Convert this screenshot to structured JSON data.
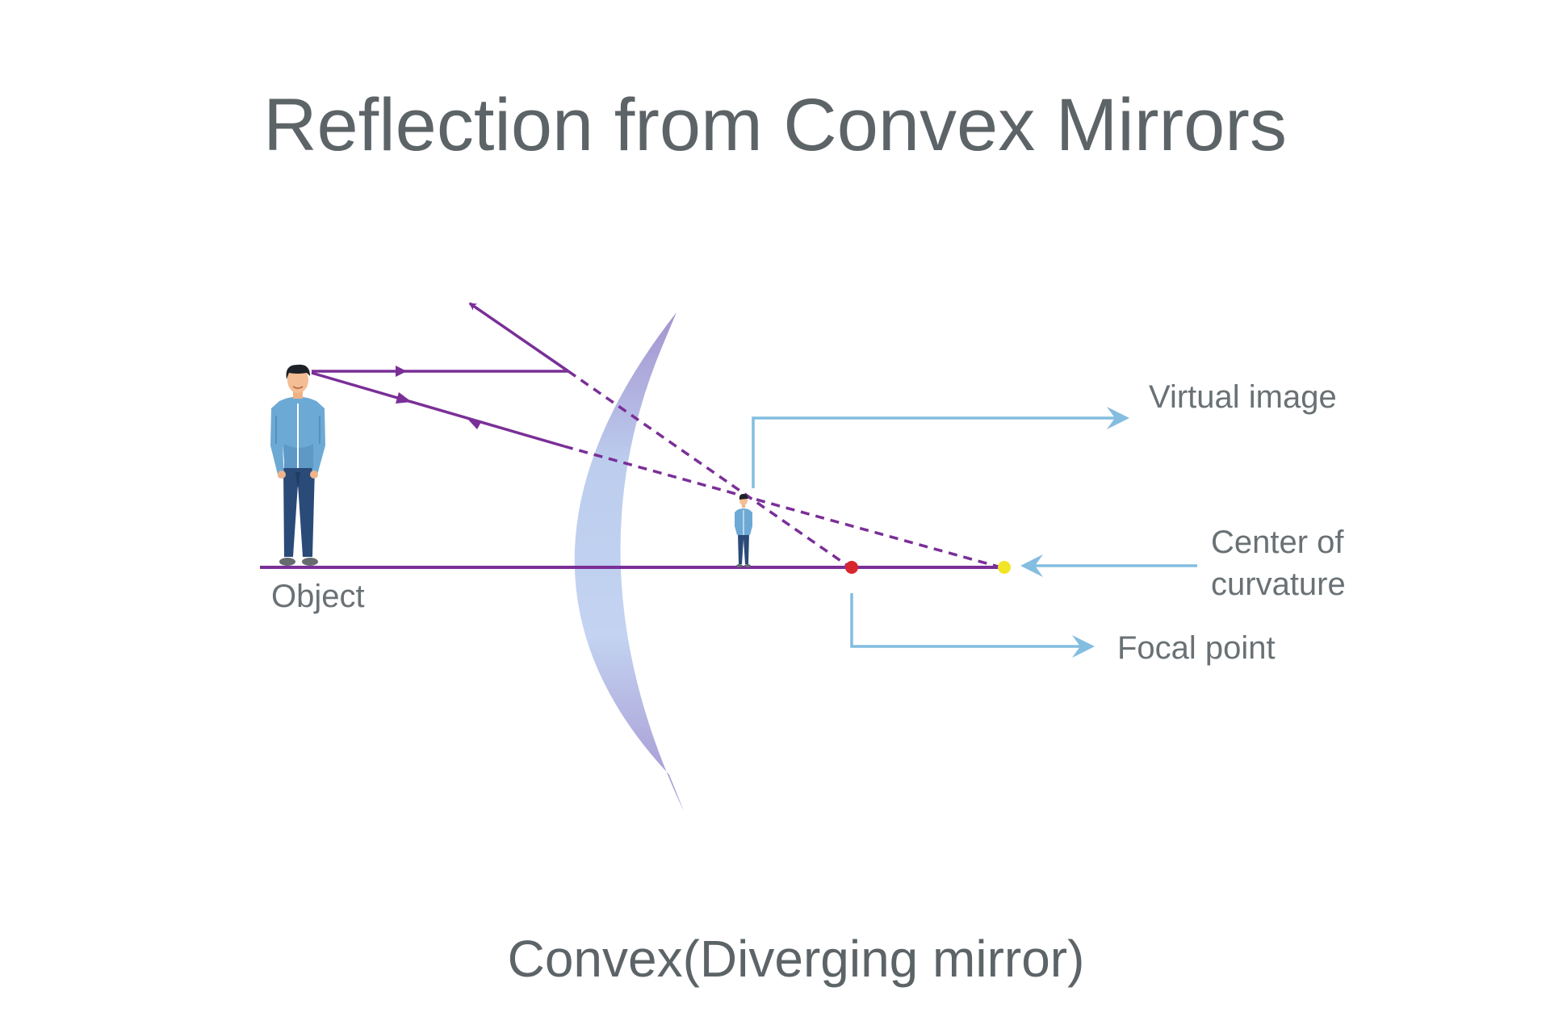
{
  "title": "Reflection from Convex Mirrors",
  "subtitle": "Convex(Diverging mirror)",
  "labels": {
    "object": "Object",
    "virtual_image": "Virtual image",
    "center_of_curvature_line1": "Center of",
    "center_of_curvature_line2": "curvature",
    "focal_point": "Focal point"
  },
  "colors": {
    "ray": "#7a2f97",
    "pointer": "#83bde0",
    "focal_point_dot": "#d8262e",
    "center_dot": "#f2e427",
    "mirror_light": "#c2d2f0",
    "mirror_dark": "#a391cf",
    "text": "#5d6468"
  },
  "icons": {
    "object_figure": "person-standing-icon",
    "image_figure": "person-small-icon"
  }
}
